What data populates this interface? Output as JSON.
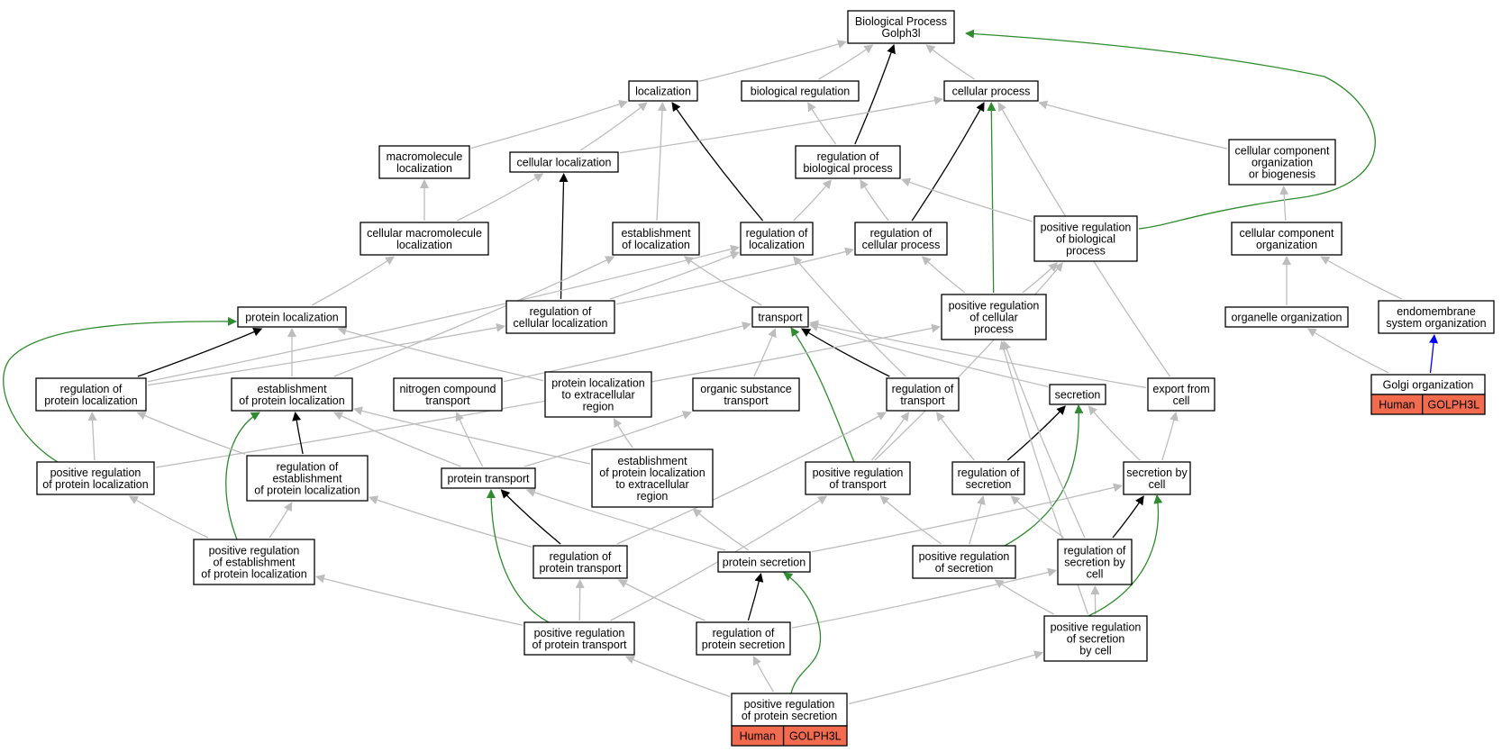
{
  "colors": {
    "is_a": "#bdbdbd",
    "regulates": "#000000",
    "positively_regulates": "#2e8b2e",
    "part_of": "#0000ff",
    "annotation_fill": "#f26b4f"
  },
  "nodes": [
    {
      "id": "root",
      "lines": [
        "Biological Process",
        "Golph3l"
      ]
    },
    {
      "id": "localization",
      "lines": [
        "localization"
      ]
    },
    {
      "id": "bioreg",
      "lines": [
        "biological regulation"
      ]
    },
    {
      "id": "cellproc",
      "lines": [
        "cellular process"
      ]
    },
    {
      "id": "macroloc",
      "lines": [
        "macromolecule",
        "localization"
      ]
    },
    {
      "id": "cellloc",
      "lines": [
        "cellular localization"
      ]
    },
    {
      "id": "regbio",
      "lines": [
        "regulation of",
        "biological process"
      ]
    },
    {
      "id": "ccob",
      "lines": [
        "cellular component",
        "organization",
        "or biogenesis"
      ]
    },
    {
      "id": "cmacroloc",
      "lines": [
        "cellular macromolecule",
        "localization"
      ]
    },
    {
      "id": "estloc",
      "lines": [
        "establishment",
        "of localization"
      ]
    },
    {
      "id": "regloc",
      "lines": [
        "regulation of",
        "localization"
      ]
    },
    {
      "id": "regcell",
      "lines": [
        "regulation of",
        "cellular process"
      ]
    },
    {
      "id": "posregbio",
      "lines": [
        "positive regulation",
        "of biological",
        "process"
      ]
    },
    {
      "id": "ccorg",
      "lines": [
        "cellular component",
        "organization"
      ]
    },
    {
      "id": "protloc",
      "lines": [
        "protein localization"
      ]
    },
    {
      "id": "regcellloc",
      "lines": [
        "regulation of",
        "cellular localization"
      ]
    },
    {
      "id": "transport",
      "lines": [
        "transport"
      ]
    },
    {
      "id": "posregcell",
      "lines": [
        "positive regulation",
        "of cellular",
        "process"
      ]
    },
    {
      "id": "organelle",
      "lines": [
        "organelle organization"
      ]
    },
    {
      "id": "endomem",
      "lines": [
        "endomembrane",
        "system organization"
      ]
    },
    {
      "id": "regprotloc",
      "lines": [
        "regulation of",
        "protein localization"
      ]
    },
    {
      "id": "estprotloc",
      "lines": [
        "establishment",
        "of protein localization"
      ]
    },
    {
      "id": "ntransport",
      "lines": [
        "nitrogen compound",
        "transport"
      ]
    },
    {
      "id": "protlocext",
      "lines": [
        "protein localization",
        "to extracellular",
        "region"
      ]
    },
    {
      "id": "orgtransport",
      "lines": [
        "organic substance",
        "transport"
      ]
    },
    {
      "id": "regtransport",
      "lines": [
        "regulation of",
        "transport"
      ]
    },
    {
      "id": "secretion",
      "lines": [
        "secretion"
      ]
    },
    {
      "id": "export",
      "lines": [
        "export from",
        "cell"
      ]
    },
    {
      "id": "golgi",
      "lines": [
        "Golgi organization"
      ]
    },
    {
      "id": "posregprotloc",
      "lines": [
        "positive regulation",
        "of protein localization"
      ]
    },
    {
      "id": "regestprotloc",
      "lines": [
        "regulation of",
        "establishment",
        "of protein localization"
      ]
    },
    {
      "id": "prottransport",
      "lines": [
        "protein transport"
      ]
    },
    {
      "id": "estprotlocext",
      "lines": [
        "establishment",
        "of protein localization",
        "to extracellular",
        "region"
      ]
    },
    {
      "id": "posregtransport",
      "lines": [
        "positive regulation",
        "of transport"
      ]
    },
    {
      "id": "regsecretion",
      "lines": [
        "regulation of",
        "secretion"
      ]
    },
    {
      "id": "secbycell",
      "lines": [
        "secretion by",
        "cell"
      ]
    },
    {
      "id": "posregestprotloc",
      "lines": [
        "positive regulation",
        "of establishment",
        "of protein localization"
      ]
    },
    {
      "id": "regprottransport",
      "lines": [
        "regulation of",
        "protein transport"
      ]
    },
    {
      "id": "protsecretion",
      "lines": [
        "protein secretion"
      ]
    },
    {
      "id": "posregsecretion",
      "lines": [
        "positive regulation",
        "of secretion"
      ]
    },
    {
      "id": "regsecbycell",
      "lines": [
        "regulation of",
        "secretion by",
        "cell"
      ]
    },
    {
      "id": "posregprottransport",
      "lines": [
        "positive regulation",
        "of protein transport"
      ]
    },
    {
      "id": "regprotsecretion",
      "lines": [
        "regulation of",
        "protein secretion"
      ]
    },
    {
      "id": "posregsecbycell",
      "lines": [
        "positive regulation",
        "of secretion",
        "by cell"
      ]
    },
    {
      "id": "posregprotsecretion",
      "lines": [
        "positive regulation",
        "of protein secretion"
      ]
    }
  ],
  "annotations": [
    {
      "node": "golgi",
      "species": "Human",
      "gene": "GOLPH3L"
    },
    {
      "node": "posregprotsecretion",
      "species": "Human",
      "gene": "GOLPH3L"
    }
  ],
  "edges": [
    {
      "from": "localization",
      "to": "root",
      "type": "is_a"
    },
    {
      "from": "bioreg",
      "to": "root",
      "type": "is_a"
    },
    {
      "from": "cellproc",
      "to": "root",
      "type": "is_a"
    },
    {
      "from": "regbio",
      "to": "root",
      "type": "regulates"
    },
    {
      "from": "posregbio",
      "to": "root",
      "type": "positively_regulates"
    },
    {
      "from": "macroloc",
      "to": "localization",
      "type": "is_a"
    },
    {
      "from": "cellloc",
      "to": "localization",
      "type": "is_a"
    },
    {
      "from": "estloc",
      "to": "localization",
      "type": "is_a"
    },
    {
      "from": "regloc",
      "to": "localization",
      "type": "regulates"
    },
    {
      "from": "cellloc",
      "to": "cellproc",
      "type": "is_a"
    },
    {
      "from": "regbio",
      "to": "bioreg",
      "type": "is_a"
    },
    {
      "from": "regcell",
      "to": "cellproc",
      "type": "regulates"
    },
    {
      "from": "posregcell",
      "to": "cellproc",
      "type": "positively_regulates"
    },
    {
      "from": "ccob",
      "to": "cellproc",
      "type": "is_a"
    },
    {
      "from": "export",
      "to": "cellproc",
      "type": "is_a"
    },
    {
      "from": "cmacroloc",
      "to": "macroloc",
      "type": "is_a"
    },
    {
      "from": "cmacroloc",
      "to": "cellloc",
      "type": "is_a"
    },
    {
      "from": "regcellloc",
      "to": "cellloc",
      "type": "regulates"
    },
    {
      "from": "regloc",
      "to": "regbio",
      "type": "is_a"
    },
    {
      "from": "regcell",
      "to": "regbio",
      "type": "is_a"
    },
    {
      "from": "posregbio",
      "to": "regbio",
      "type": "is_a"
    },
    {
      "from": "ccorg",
      "to": "ccob",
      "type": "is_a"
    },
    {
      "from": "protloc",
      "to": "cmacroloc",
      "type": "is_a"
    },
    {
      "from": "regcellloc",
      "to": "regloc",
      "type": "is_a"
    },
    {
      "from": "regcellloc",
      "to": "regcell",
      "type": "is_a"
    },
    {
      "from": "transport",
      "to": "estloc",
      "type": "is_a"
    },
    {
      "from": "posregcell",
      "to": "regcell",
      "type": "is_a"
    },
    {
      "from": "posregcell",
      "to": "posregbio",
      "type": "is_a"
    },
    {
      "from": "organelle",
      "to": "ccorg",
      "type": "is_a"
    },
    {
      "from": "endomem",
      "to": "ccorg",
      "type": "is_a"
    },
    {
      "from": "regprotloc",
      "to": "protloc",
      "type": "regulates"
    },
    {
      "from": "estprotloc",
      "to": "protloc",
      "type": "is_a"
    },
    {
      "from": "protlocext",
      "to": "protloc",
      "type": "is_a"
    },
    {
      "from": "posregprotloc",
      "to": "protloc",
      "type": "positively_regulates"
    },
    {
      "from": "estprotloc",
      "to": "estloc",
      "type": "is_a"
    },
    {
      "from": "ntransport",
      "to": "transport",
      "type": "is_a"
    },
    {
      "from": "orgtransport",
      "to": "transport",
      "type": "is_a"
    },
    {
      "from": "regtransport",
      "to": "transport",
      "type": "regulates"
    },
    {
      "from": "secretion",
      "to": "transport",
      "type": "is_a"
    },
    {
      "from": "export",
      "to": "transport",
      "type": "is_a"
    },
    {
      "from": "posregtransport",
      "to": "transport",
      "type": "positively_regulates"
    },
    {
      "from": "regtransport",
      "to": "regloc",
      "type": "is_a"
    },
    {
      "from": "regprotloc",
      "to": "regcellloc",
      "type": "is_a"
    },
    {
      "from": "golgi",
      "to": "organelle",
      "type": "is_a"
    },
    {
      "from": "golgi",
      "to": "endomem",
      "type": "part_of"
    },
    {
      "from": "regprotloc",
      "to": "regloc",
      "type": "is_a"
    },
    {
      "from": "posregprotloc",
      "to": "regprotloc",
      "type": "is_a"
    },
    {
      "from": "posregprotloc",
      "to": "posregcell",
      "type": "is_a"
    },
    {
      "from": "regestprotloc",
      "to": "estprotloc",
      "type": "regulates"
    },
    {
      "from": "posregestprotloc",
      "to": "estprotloc",
      "type": "positively_regulates"
    },
    {
      "from": "regestprotloc",
      "to": "regprotloc",
      "type": "is_a"
    },
    {
      "from": "prottransport",
      "to": "estprotloc",
      "type": "is_a"
    },
    {
      "from": "prottransport",
      "to": "ntransport",
      "type": "is_a"
    },
    {
      "from": "prottransport",
      "to": "orgtransport",
      "type": "is_a"
    },
    {
      "from": "estprotlocext",
      "to": "protlocext",
      "type": "is_a"
    },
    {
      "from": "estprotlocext",
      "to": "estprotloc",
      "type": "is_a"
    },
    {
      "from": "posregtransport",
      "to": "regtransport",
      "type": "is_a"
    },
    {
      "from": "posregtransport",
      "to": "posregbio",
      "type": "is_a"
    },
    {
      "from": "regsecretion",
      "to": "regtransport",
      "type": "is_a"
    },
    {
      "from": "regsecretion",
      "to": "secretion",
      "type": "regulates"
    },
    {
      "from": "secbycell",
      "to": "secretion",
      "type": "is_a"
    },
    {
      "from": "secbycell",
      "to": "export",
      "type": "is_a"
    },
    {
      "from": "posregestprotloc",
      "to": "posregprotloc",
      "type": "is_a"
    },
    {
      "from": "posregestprotloc",
      "to": "regestprotloc",
      "type": "is_a"
    },
    {
      "from": "regprottransport",
      "to": "prottransport",
      "type": "regulates"
    },
    {
      "from": "regprottransport",
      "to": "regtransport",
      "type": "is_a"
    },
    {
      "from": "regprottransport",
      "to": "regestprotloc",
      "type": "is_a"
    },
    {
      "from": "protsecretion",
      "to": "prottransport",
      "type": "is_a"
    },
    {
      "from": "protsecretion",
      "to": "estprotlocext",
      "type": "is_a"
    },
    {
      "from": "protsecretion",
      "to": "secbycell",
      "type": "is_a"
    },
    {
      "from": "posregsecretion",
      "to": "regsecretion",
      "type": "is_a"
    },
    {
      "from": "posregsecretion",
      "to": "posregtransport",
      "type": "is_a"
    },
    {
      "from": "posregsecretion",
      "to": "secretion",
      "type": "positively_regulates"
    },
    {
      "from": "regsecbycell",
      "to": "secbycell",
      "type": "regulates"
    },
    {
      "from": "regsecbycell",
      "to": "regsecretion",
      "type": "is_a"
    },
    {
      "from": "regsecbycell",
      "to": "posregcell",
      "type": "is_a"
    },
    {
      "from": "posregprottransport",
      "to": "regprottransport",
      "type": "is_a"
    },
    {
      "from": "posregprottransport",
      "to": "prottransport",
      "type": "positively_regulates"
    },
    {
      "from": "posregprottransport",
      "to": "posregestprotloc",
      "type": "is_a"
    },
    {
      "from": "posregprottransport",
      "to": "posregtransport",
      "type": "is_a"
    },
    {
      "from": "regprotsecretion",
      "to": "protsecretion",
      "type": "regulates"
    },
    {
      "from": "regprotsecretion",
      "to": "regprottransport",
      "type": "is_a"
    },
    {
      "from": "regprotsecretion",
      "to": "regsecbycell",
      "type": "is_a"
    },
    {
      "from": "posregsecbycell",
      "to": "regsecbycell",
      "type": "is_a"
    },
    {
      "from": "posregsecbycell",
      "to": "posregsecretion",
      "type": "is_a"
    },
    {
      "from": "posregsecbycell",
      "to": "secbycell",
      "type": "positively_regulates"
    },
    {
      "from": "posregsecbycell",
      "to": "posregcell",
      "type": "is_a"
    },
    {
      "from": "posregprotsecretion",
      "to": "protsecretion",
      "type": "positively_regulates"
    },
    {
      "from": "posregprotsecretion",
      "to": "regprotsecretion",
      "type": "is_a"
    },
    {
      "from": "posregprotsecretion",
      "to": "posregprottransport",
      "type": "is_a"
    },
    {
      "from": "posregprotsecretion",
      "to": "posregsecbycell",
      "type": "is_a"
    }
  ]
}
